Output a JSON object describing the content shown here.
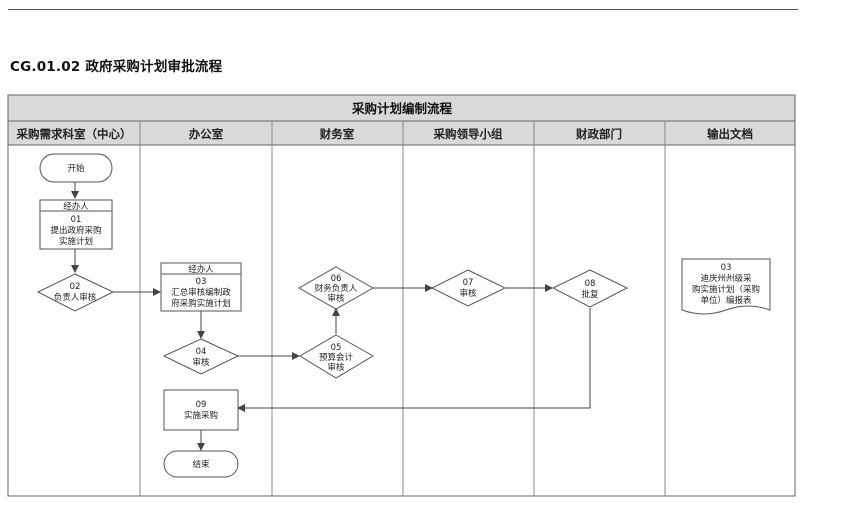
{
  "doc_title": "CG.01.02 政府采购计划审批流程",
  "flow_title": "采购计划编制流程",
  "lanes": [
    "采购需求科室（中心）",
    "办公室",
    "财务室",
    "采购领导小组",
    "财政部门",
    "输出文档"
  ],
  "nodes": {
    "start": "开始",
    "n01_role": "经办人",
    "n01_id": "01",
    "n01_l1": "提出政府采购",
    "n01_l2": "实施计划",
    "n02_id": "02",
    "n02_l1": "负责人审核",
    "n03_role": "经办人",
    "n03_id": "03",
    "n03_l1": "汇总审核编制政",
    "n03_l2": "府采购实施计划",
    "n04_id": "04",
    "n04_l1": "审核",
    "n05_id": "05",
    "n05_l1": "预算会计",
    "n05_l2": "审核",
    "n06_id": "06",
    "n06_l1": "财务负责人",
    "n06_l2": "审核",
    "n07_id": "07",
    "n07_l1": "审核",
    "n08_id": "08",
    "n08_l1": "批复",
    "n09_id": "09",
    "n09_l1": "实施采购",
    "end": "结束",
    "doc_id": "03",
    "doc_l1": "迪庆州州级采",
    "doc_l2": "购实施计划（采购",
    "doc_l3": "单位）编报表"
  }
}
